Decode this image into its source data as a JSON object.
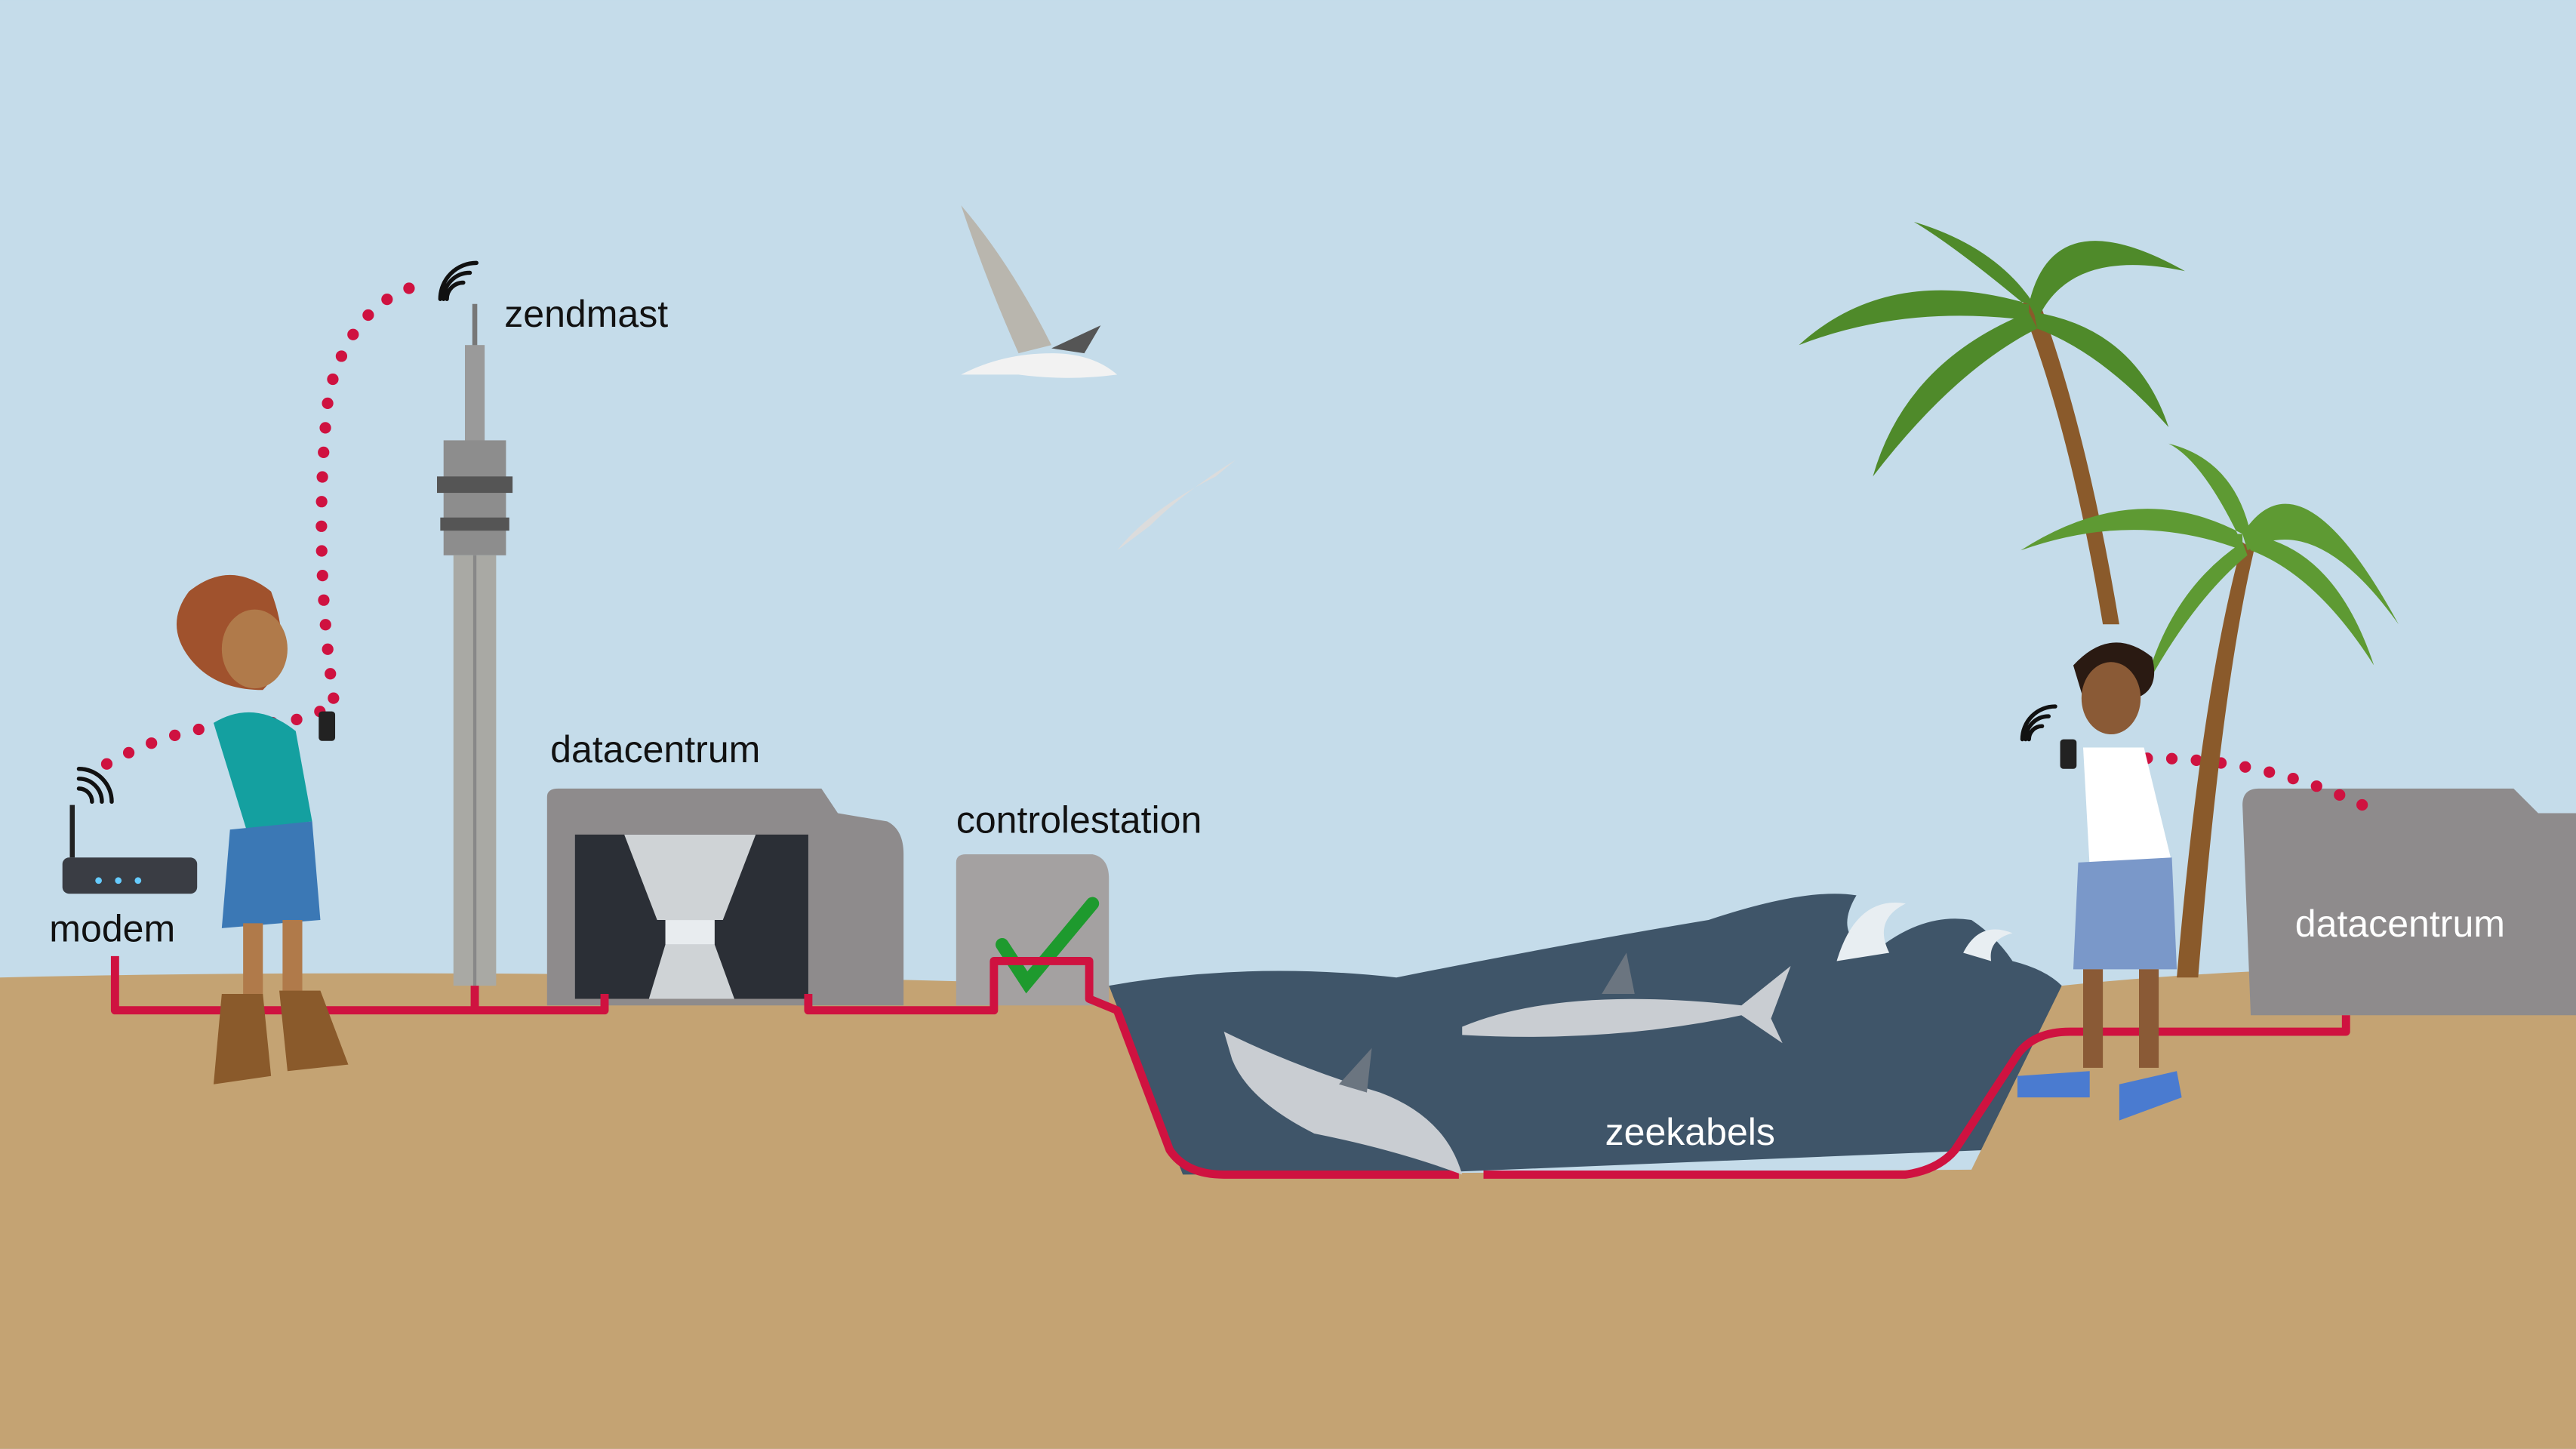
{
  "labels": {
    "zendmast": "zendmast",
    "datacentrum_left": "datacentrum",
    "controlestation": "controlestation",
    "modem": "modem",
    "datacentrum_right": "datacentrum",
    "zeekabels": "zeekabels"
  },
  "colors": {
    "sky": "#c5dcea",
    "sand": "#c4a373",
    "water": "#3f5569",
    "cable": "#cf1240",
    "building": "#8e8b8c",
    "check": "#1e9a2e"
  }
}
